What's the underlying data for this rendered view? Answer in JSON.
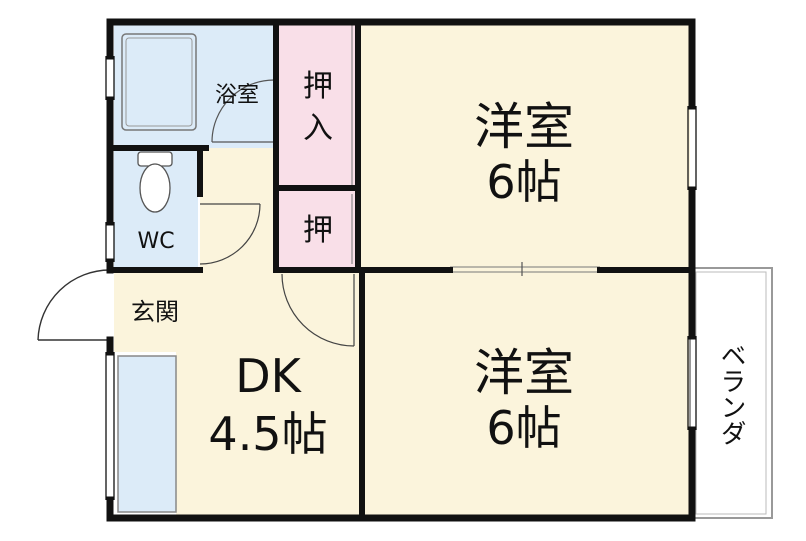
{
  "rooms": {
    "bath": {
      "label": "浴室"
    },
    "closet_top": {
      "label_1": "押",
      "label_2": "入"
    },
    "closet_small": {
      "label": "押"
    },
    "wc": {
      "label": "WC"
    },
    "entrance": {
      "label": "玄関"
    },
    "western_top": {
      "name": "洋室",
      "size": "6帖"
    },
    "western_bottom": {
      "name": "洋室",
      "size": "6帖"
    },
    "dk": {
      "name": "DK",
      "size": "4.5帖"
    },
    "veranda": {
      "label": "ベランダ"
    }
  },
  "colors": {
    "wall": "#111111",
    "western": "#fbf4dc",
    "dk": "#fbf4dc",
    "wet_area": "#dcebf8",
    "closet": "#f9dfe8",
    "outline": "#888888"
  }
}
